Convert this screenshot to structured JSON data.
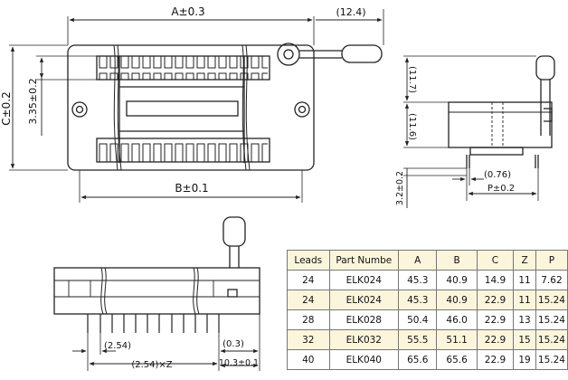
{
  "dimensions": {
    "a": "A±0.3",
    "handle": "(12.4)",
    "c": "C±0.2",
    "pitch_row": "3.35±0.2",
    "b": "B±0.1",
    "h1": "(11.7)",
    "h2": "(11.6)",
    "h3": "3.2±0.2",
    "lead_width": "(0.76)",
    "p": "P±0.2",
    "pitch": "(2.54)",
    "pitch_z": "(2.54)×Z",
    "offset": "(0.3)",
    "end": "10.3±0.1"
  },
  "table": {
    "headers": [
      "Leads",
      "Part Numbe",
      "A",
      "B",
      "C",
      "Z",
      "P"
    ],
    "rows": [
      [
        "24",
        "ELK024",
        "45.3",
        "40.9",
        "14.9",
        "11",
        "7.62"
      ],
      [
        "24",
        "ELK024",
        "45.3",
        "40.9",
        "22.9",
        "11",
        "15.24"
      ],
      [
        "28",
        "ELK028",
        "50.4",
        "46.0",
        "22.9",
        "13",
        "15.24"
      ],
      [
        "32",
        "ELK032",
        "55.5",
        "51.1",
        "22.9",
        "15",
        "15.24"
      ],
      [
        "40",
        "ELK040",
        "65.6",
        "65.6",
        "22.9",
        "19",
        "15.24"
      ]
    ]
  },
  "colors": {
    "line": "#222222",
    "header_fill": "#fbf5dc",
    "alt_row_fill": "#fbf5dc"
  }
}
